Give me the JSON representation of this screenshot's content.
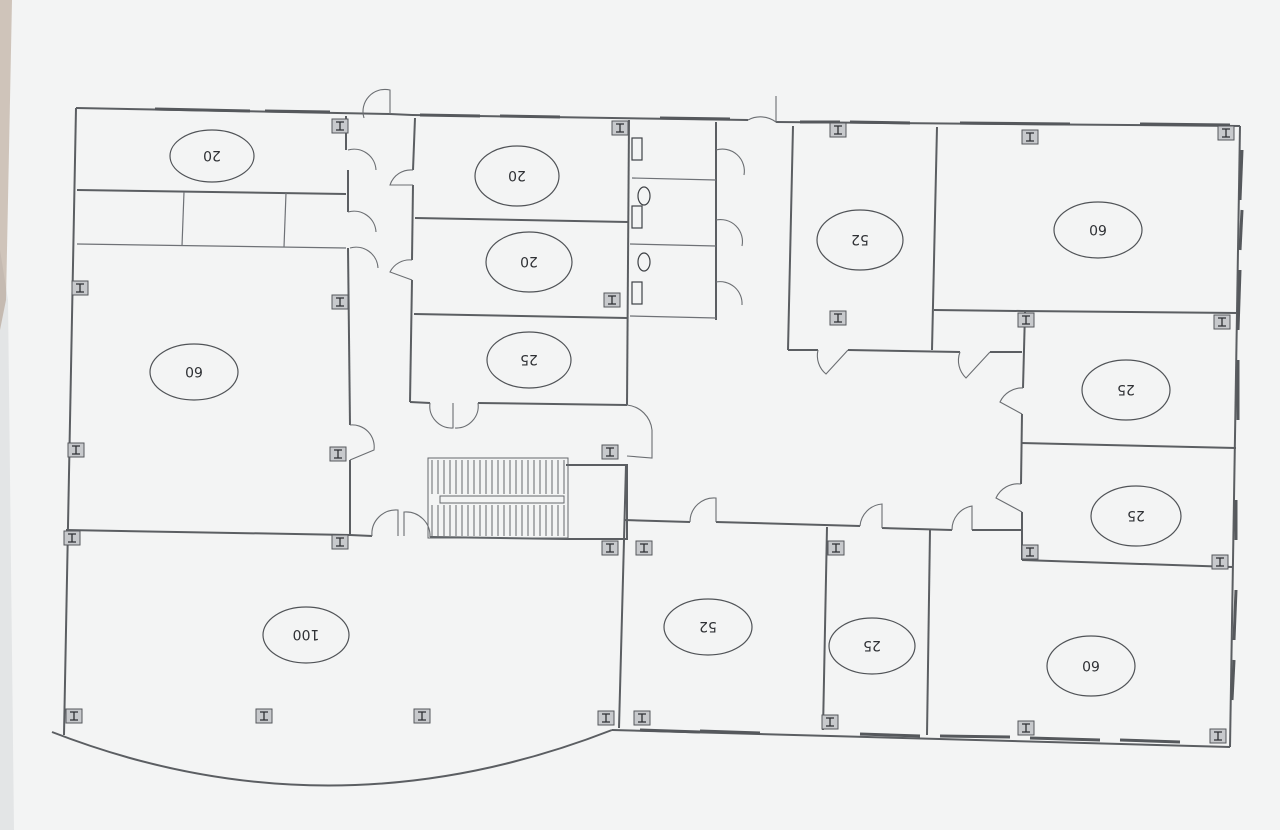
{
  "rooms": [
    {
      "id": "r1",
      "label": "20"
    },
    {
      "id": "r2",
      "label": "20"
    },
    {
      "id": "r3",
      "label": "20"
    },
    {
      "id": "r4",
      "label": "25"
    },
    {
      "id": "r5",
      "label": "60"
    },
    {
      "id": "r6",
      "label": "100"
    },
    {
      "id": "r7",
      "label": "52"
    },
    {
      "id": "r8",
      "label": "60"
    },
    {
      "id": "r9",
      "label": "25"
    },
    {
      "id": "r10",
      "label": "25"
    },
    {
      "id": "r11",
      "label": "52"
    },
    {
      "id": "r12",
      "label": "25"
    },
    {
      "id": "r13",
      "label": "60"
    }
  ],
  "colors": {
    "paper": "#f3f4f4",
    "wall": "#5b5e62",
    "text": "#2e3034"
  }
}
